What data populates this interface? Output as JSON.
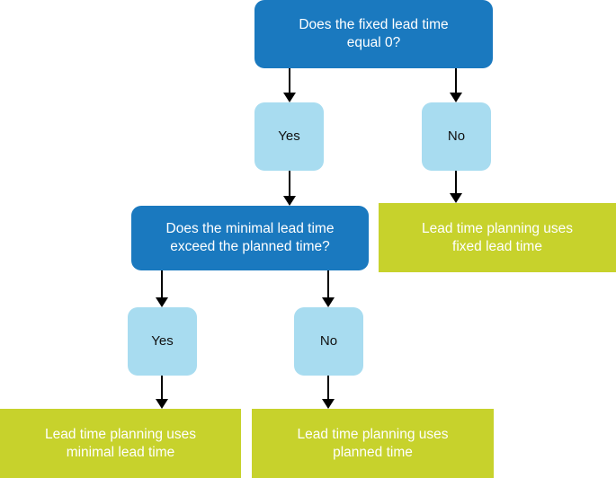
{
  "diagram": {
    "title": "Lead time planning decision flowchart",
    "type": "flowchart",
    "background": "#ffffff",
    "palette": {
      "decision": "#1a79bf",
      "decision_text": "#ffffff",
      "branch": "#a8dcf0",
      "branch_text": "#111111",
      "outcome": "#c7d22c",
      "outcome_text": "#ffffff",
      "connector": "#000000"
    },
    "nodes": {
      "decision_fixed": {
        "label": "Does the fixed lead time\nequal 0?",
        "kind": "decision"
      },
      "branch_fixed_yes": {
        "label": "Yes",
        "kind": "branch"
      },
      "branch_fixed_no": {
        "label": "No",
        "kind": "branch"
      },
      "decision_minimal": {
        "label": "Does the minimal lead time\nexceed the planned time?",
        "kind": "decision"
      },
      "outcome_fixed": {
        "label": "Lead time planning uses\nfixed lead time",
        "kind": "outcome"
      },
      "branch_minimal_yes": {
        "label": "Yes",
        "kind": "branch"
      },
      "branch_minimal_no": {
        "label": "No",
        "kind": "branch"
      },
      "outcome_minimal": {
        "label": "Lead time planning uses\nminimal lead time",
        "kind": "outcome"
      },
      "outcome_planned": {
        "label": "Lead time planning uses\nplanned time",
        "kind": "outcome"
      }
    }
  }
}
